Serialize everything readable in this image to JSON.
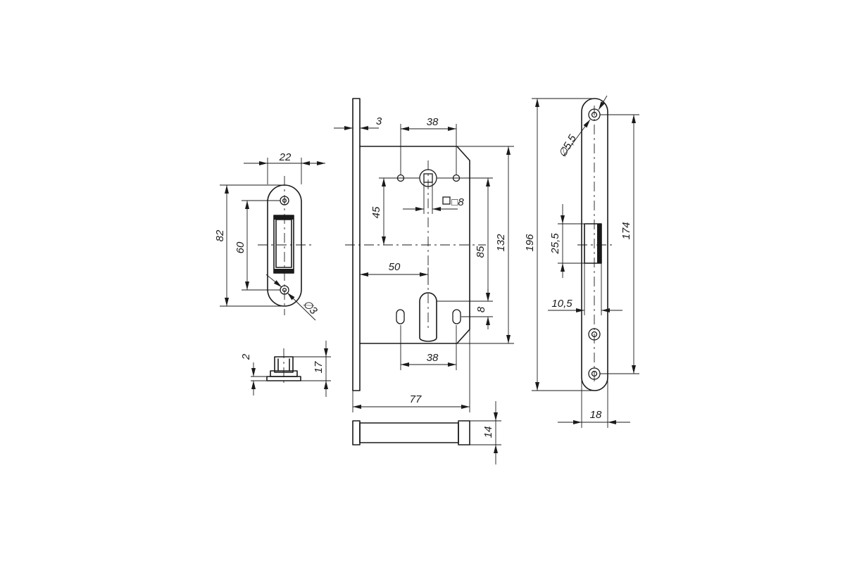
{
  "colors": {
    "line": "#1a1a1a",
    "background": "#ffffff"
  },
  "strike_plate": {
    "width": "22",
    "height": "82",
    "hole_spacing": "60",
    "hole_diameter": "∅3"
  },
  "strike_side": {
    "offset": "2",
    "height": "17"
  },
  "lock_body": {
    "faceplate_thickness": "3",
    "top_hole_spacing": "38",
    "spindle_square": "□8",
    "spindle_to_axis": "45",
    "backset": "50",
    "axis_to_cylinder": "85",
    "cylinder_offset": "8",
    "bottom_hole_spacing": "38",
    "body_height": "132",
    "depth": "77"
  },
  "lock_bottom": {
    "thickness": "14"
  },
  "faceplate": {
    "total_height": "196",
    "hole_spacing": "174",
    "hole_diameter": "∅5,5",
    "latch_height": "25,5",
    "latch_width": "10,5",
    "width": "18"
  }
}
